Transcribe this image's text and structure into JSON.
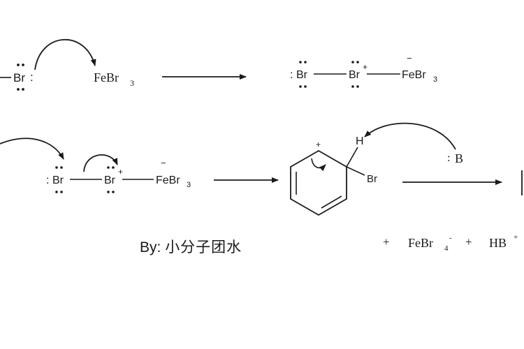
{
  "labels": {
    "br": "Br",
    "br_lone_pair": ":",
    "febr": "FeBr",
    "three": "3",
    "four": "4",
    "plus": "+",
    "minus": "−",
    "h": "H",
    "b": "B",
    "hb": "HB",
    "superscript_plus": "+",
    "superscript_minus": "-"
  },
  "credit": {
    "prefix": "By:",
    "name": "小分子团水"
  },
  "colors": {
    "ink": "#1a1a1a",
    "background": "#ffffff"
  }
}
